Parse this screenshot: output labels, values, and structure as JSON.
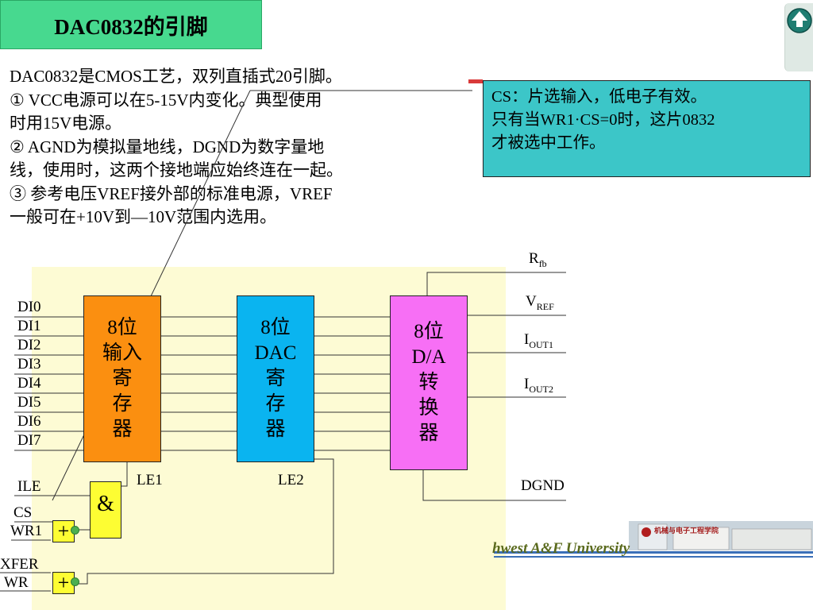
{
  "title": "DAC0832的引脚",
  "description": [
    "DAC0832是CMOS工艺，双列直插式20引脚。",
    "① VCC电源可以在5-15V内变化。典型使用",
    "时用15V电源。",
    "② AGND为模拟量地线，DGND为数字量地",
    "线，使用时，这两个接地端应始终连在一起。",
    "③ 参考电压VREF接外部的标准电源，VREF",
    "一般可在+10V到—10V范围内选用。"
  ],
  "callout": [
    "CS：片选输入，低电子有效。",
    "只有当WR1·CS=0时，这片0832",
    "才被选中工作。"
  ],
  "blocks": {
    "input_register": [
      "8位",
      "输入",
      "寄",
      "存",
      "器"
    ],
    "dac_register": [
      "8位",
      "DAC",
      "寄",
      "存",
      "器"
    ],
    "da_converter": [
      "8位",
      "D/A",
      "转",
      "换",
      "器"
    ]
  },
  "data_pins": [
    "DI0",
    "DI1",
    "DI2",
    "DI3",
    "DI4",
    "DI5",
    "DI6",
    "DI7"
  ],
  "control_pins": {
    "ile": "ILE",
    "cs": "CS",
    "wr1": "WR1",
    "xfer": "XFER",
    "wr": "WR"
  },
  "latch_labels": {
    "le1": "LE1",
    "le2": "LE2"
  },
  "gate_symbols": {
    "and": "&",
    "or": "+"
  },
  "output_pins": {
    "rfb": {
      "main": "R",
      "sub": "fb"
    },
    "vref": {
      "main": "V",
      "sub": "REF"
    },
    "iout1": {
      "main": "I",
      "sub": "OUT1"
    },
    "iout2": {
      "main": "I",
      "sub": "OUT2"
    },
    "dgnd": "DGND"
  },
  "footer": {
    "university": "hwest  A&F  University",
    "logo_text": "机械与电子工程学院"
  },
  "colors": {
    "title_bg": "#47d98f",
    "callout_bg": "#3cc6c8",
    "diagram_bg": "#fdfbd4",
    "input_register": "#fb8f10",
    "dac_register": "#0ab4f0",
    "da_converter": "#f76ff5",
    "gate": "#fdfd33"
  }
}
